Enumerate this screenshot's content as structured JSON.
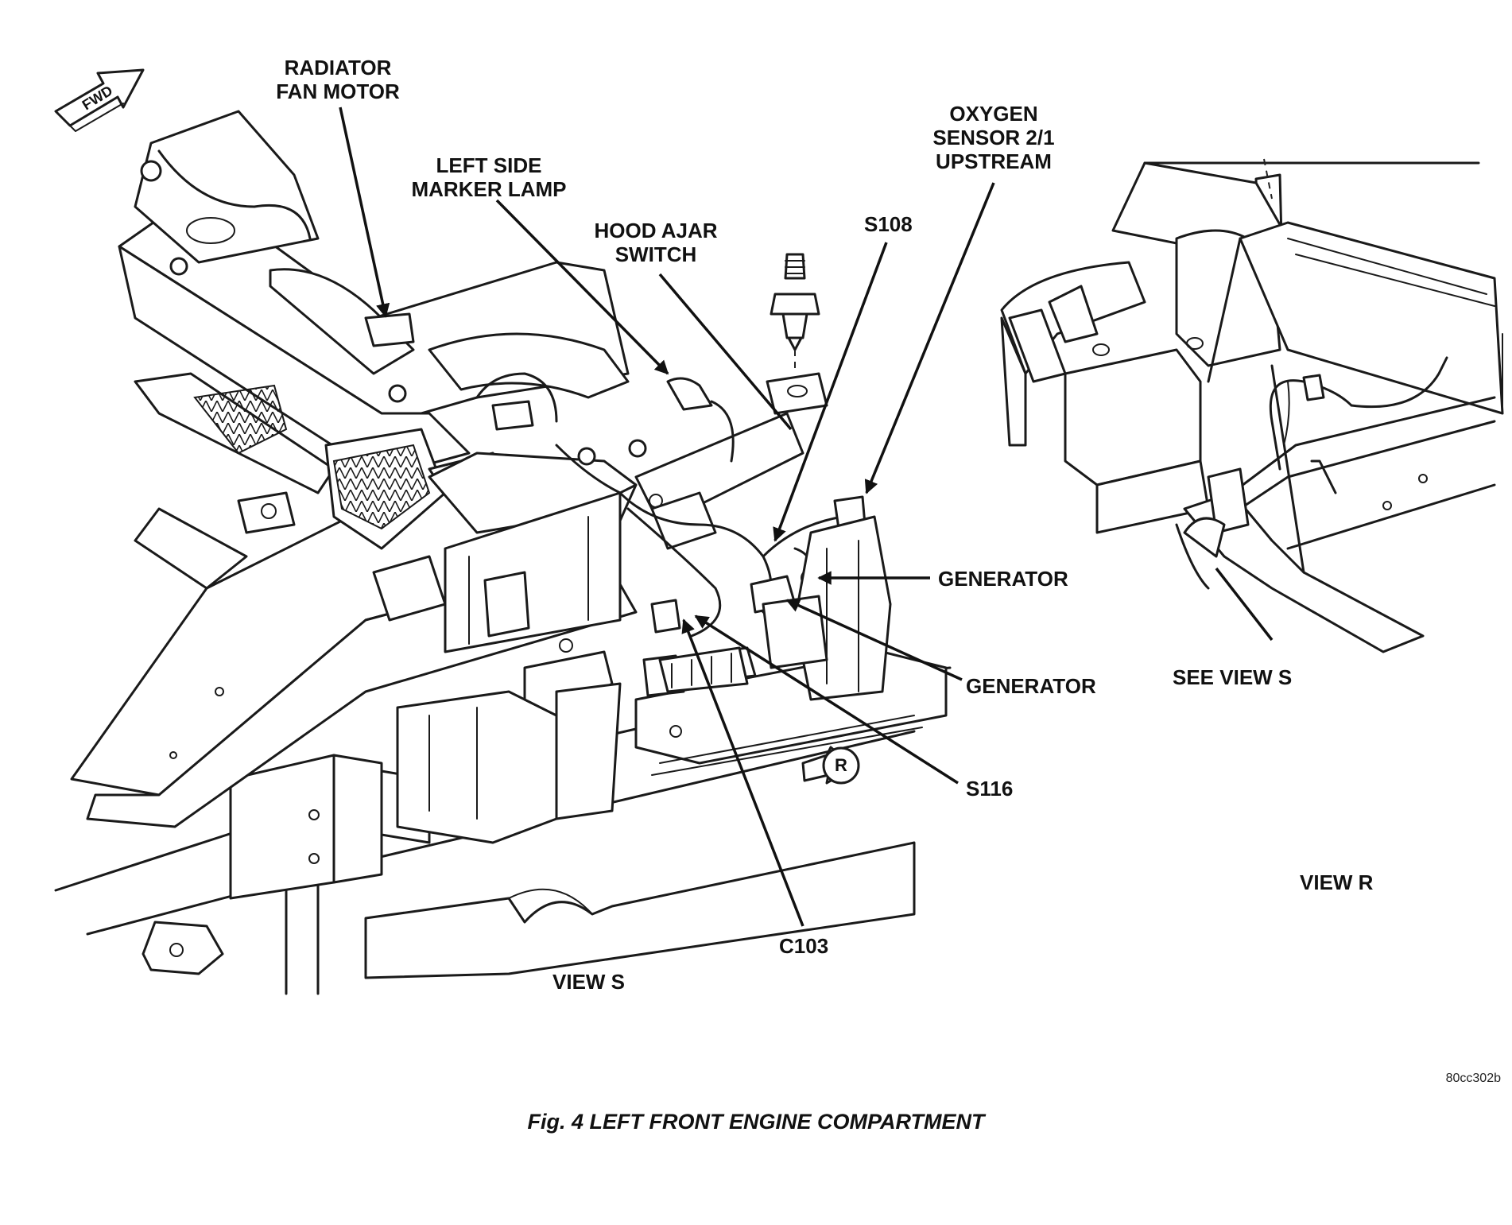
{
  "figure": {
    "caption": "Fig. 4 LEFT FRONT ENGINE COMPARTMENT",
    "code": "80cc302b"
  },
  "labels": {
    "fwd": "FWD",
    "radiator_fan_motor": [
      "RADIATOR",
      "FAN MOTOR"
    ],
    "left_side_marker_lamp": [
      "LEFT SIDE",
      "MARKER LAMP"
    ],
    "hood_ajar_switch": [
      "HOOD AJAR",
      "SWITCH"
    ],
    "s108": "S108",
    "oxygen_sensor": [
      "OXYGEN",
      "SENSOR 2/1",
      "UPSTREAM"
    ],
    "generator_1": "GENERATOR",
    "generator_2": "GENERATOR",
    "s116": "S116",
    "c103": "C103",
    "see_view_s": "SEE VIEW S",
    "view_s": "VIEW S",
    "view_r": "VIEW R",
    "view_r_marker": "R"
  }
}
